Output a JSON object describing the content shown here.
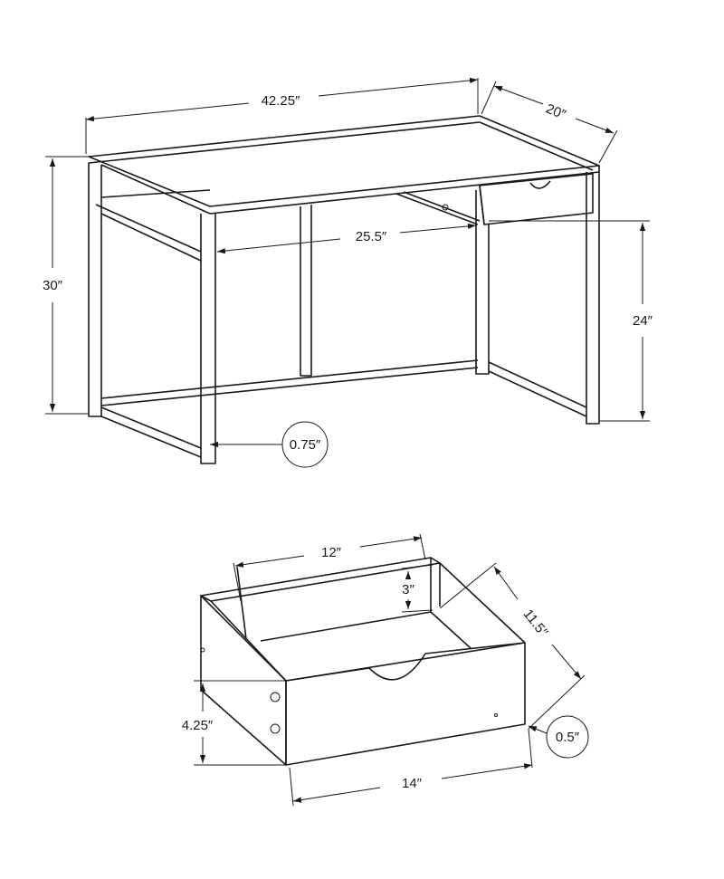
{
  "desk": {
    "width": "42.25″",
    "depth": "20″",
    "height": "30″",
    "inner_width": "25.5″",
    "clearance_height": "24″",
    "leg_thickness": "0.75″"
  },
  "drawer": {
    "inner_width": "12″",
    "inner_height": "3″",
    "depth": "11.5″",
    "front_height": "4.25″",
    "front_width": "14″",
    "front_thickness": "0.5″"
  }
}
